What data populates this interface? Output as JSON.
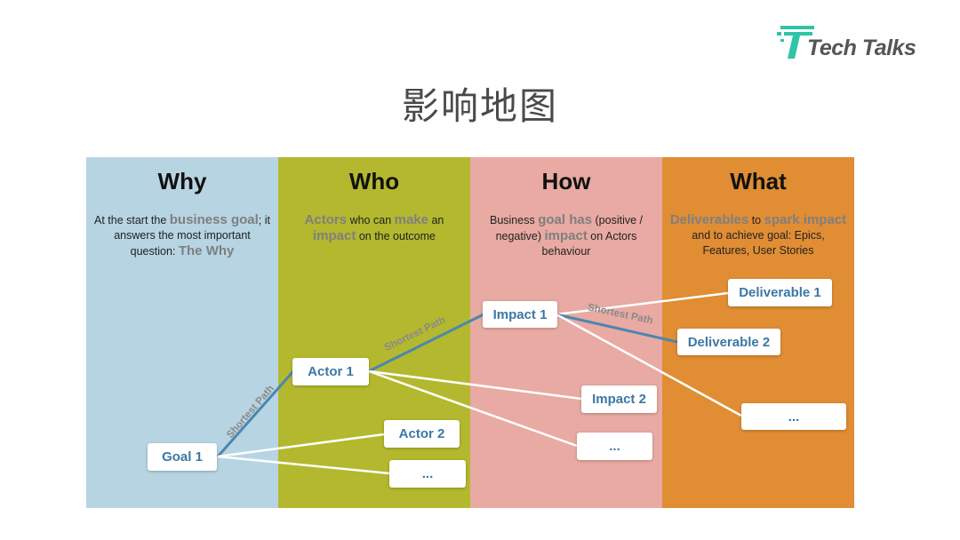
{
  "header": {
    "logo_text": "Tech Talks",
    "title": "影响地图"
  },
  "columns": [
    {
      "title": "Why",
      "desc_parts": [
        "At the start the ",
        "business goal",
        "; it answers the most important question: ",
        "The Why"
      ]
    },
    {
      "title": "Who",
      "desc_parts": [
        "Actors",
        " who can ",
        "make",
        " an ",
        "impact",
        " on the outcome"
      ]
    },
    {
      "title": "How",
      "desc_parts": [
        "Business ",
        "goal has",
        " (positive / negative) ",
        "impact",
        " on Actors behaviour"
      ]
    },
    {
      "title": "What",
      "desc_parts": [
        "Deliverables",
        " to ",
        "spark impact",
        " and to achieve goal: Epics, Features, User Stories"
      ]
    }
  ],
  "nodes": {
    "goal1": "Goal 1",
    "actor1": "Actor 1",
    "actor2": "Actor 2",
    "actor_more": "...",
    "impact1": "Impact 1",
    "impact2": "Impact 2",
    "impact_more": "...",
    "deliverable1": "Deliverable 1",
    "deliverable2": "Deliverable 2",
    "deliverable_more": "..."
  },
  "edges": [
    {
      "from": "goal1",
      "to": "actor1",
      "shortest": true
    },
    {
      "from": "goal1",
      "to": "actor2",
      "shortest": false
    },
    {
      "from": "goal1",
      "to": "actor_more",
      "shortest": false
    },
    {
      "from": "actor1",
      "to": "impact1",
      "shortest": true
    },
    {
      "from": "actor1",
      "to": "impact2",
      "shortest": false
    },
    {
      "from": "actor1",
      "to": "impact_more",
      "shortest": false
    },
    {
      "from": "impact1",
      "to": "deliverable1",
      "shortest": false
    },
    {
      "from": "impact1",
      "to": "deliverable2",
      "shortest": true
    },
    {
      "from": "impact1",
      "to": "deliverable_more",
      "shortest": false
    }
  ],
  "path_labels": {
    "goal_actor": "Shortest Path",
    "actor_impact": "Shortest Path",
    "impact_deliverable": "Shortest Path"
  },
  "colors": {
    "why": "#b7d4e2",
    "who": "#b3b82e",
    "how": "#e8aaa2",
    "what": "#e08d34",
    "node_text": "#3b78a6",
    "shortest_edge": "#4a87b0",
    "edge": "#ffffff",
    "logo_accent": "#2ec4a6"
  }
}
